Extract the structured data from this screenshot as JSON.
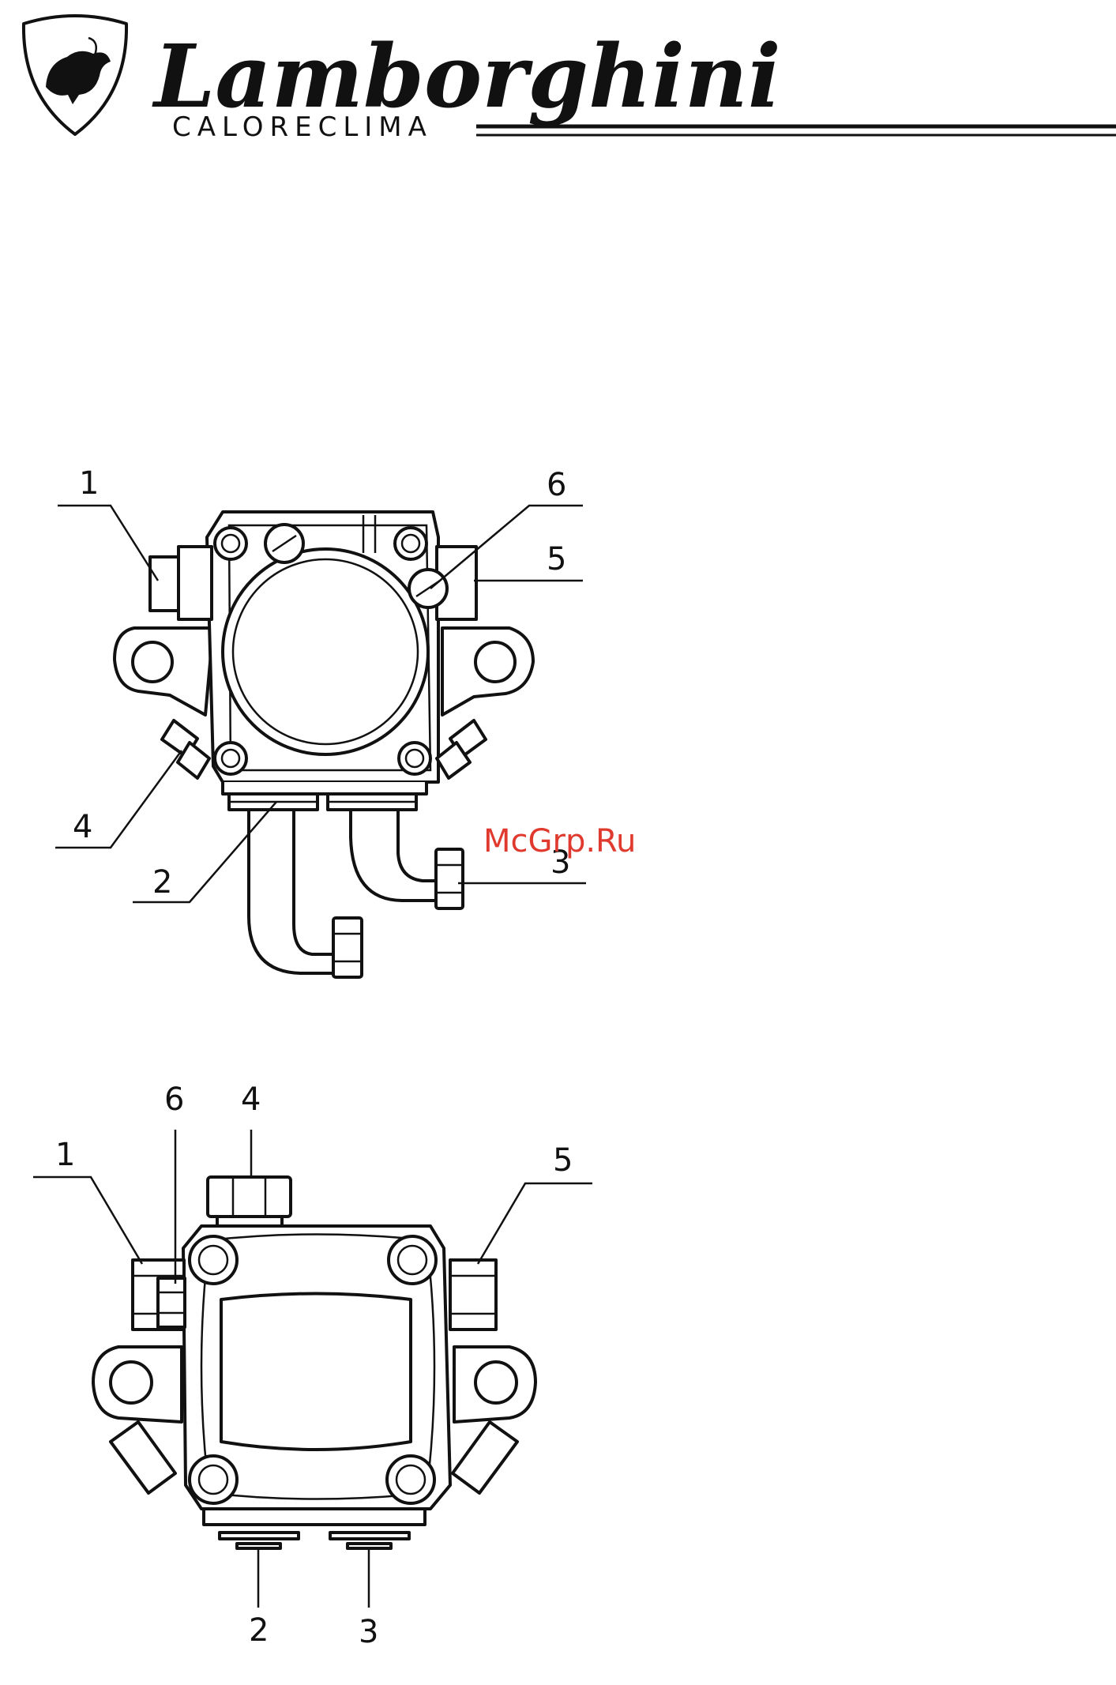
{
  "header": {
    "brand_name": "Lamborghini",
    "brand_sub": "CALORECLIMA",
    "logo_icon": "bull-shield-icon"
  },
  "watermark": {
    "text": "McGrp.Ru",
    "color": "#e03a2f"
  },
  "figure_top": {
    "labels": [
      "1",
      "6",
      "5",
      "4",
      "2",
      "3"
    ]
  },
  "figure_bottom": {
    "labels": [
      "6",
      "4",
      "1",
      "5",
      "2",
      "3"
    ]
  }
}
